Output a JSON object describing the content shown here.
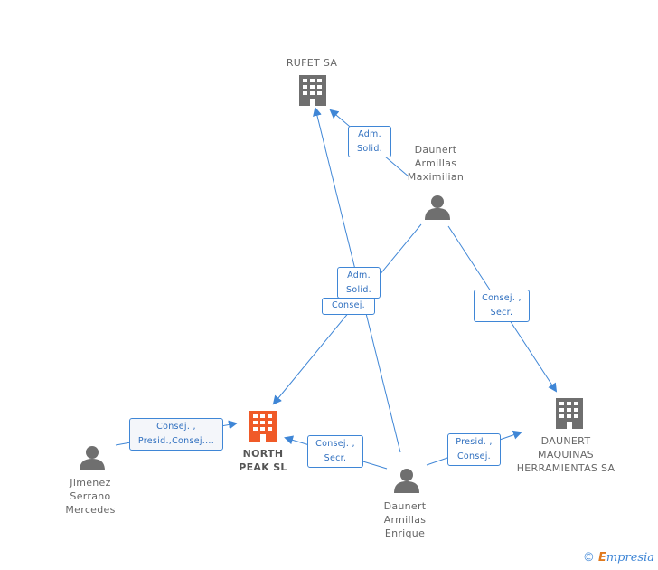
{
  "colors": {
    "edge": "#3f86d6",
    "company": "#6f6f6f",
    "focus_company": "#f05a28",
    "person": "#6f6f6f"
  },
  "nodes": {
    "rufet": {
      "label": "RUFET SA",
      "icon": "building-icon"
    },
    "daunert_max": {
      "label_lines": [
        "Daunert",
        "Armillas",
        "Maximilian"
      ],
      "icon": "person-icon"
    },
    "north_peak": {
      "label_lines": [
        "NORTH",
        "PEAK SL"
      ],
      "icon": "building-icon"
    },
    "daunert_maq": {
      "label_lines": [
        "DAUNERT",
        "MAQUINAS",
        "HERRAMIENTAS SA"
      ],
      "icon": "building-icon"
    },
    "jimenez": {
      "label_lines": [
        "Jimenez",
        "Serrano",
        "Mercedes"
      ],
      "icon": "person-icon"
    },
    "daunert_enr": {
      "label_lines": [
        "Daunert",
        "Armillas",
        "Enrique"
      ],
      "icon": "person-icon"
    }
  },
  "edges": {
    "max_rufet": [
      "Adm.",
      "Solid."
    ],
    "enr_rufet": [
      "Adm.",
      "Solid."
    ],
    "max_north": [
      "Consej."
    ],
    "max_maq": [
      "Consej. ,",
      "Secr."
    ],
    "jim_north": [
      "Consej. ,",
      "Presid.,Consej...."
    ],
    "enr_north": [
      "Consej. ,",
      "Secr."
    ],
    "enr_maq": [
      "Presid. ,",
      "Consej."
    ]
  },
  "footer": {
    "copyright": "©",
    "brand_initial": "E",
    "brand_rest": "mpresia"
  }
}
